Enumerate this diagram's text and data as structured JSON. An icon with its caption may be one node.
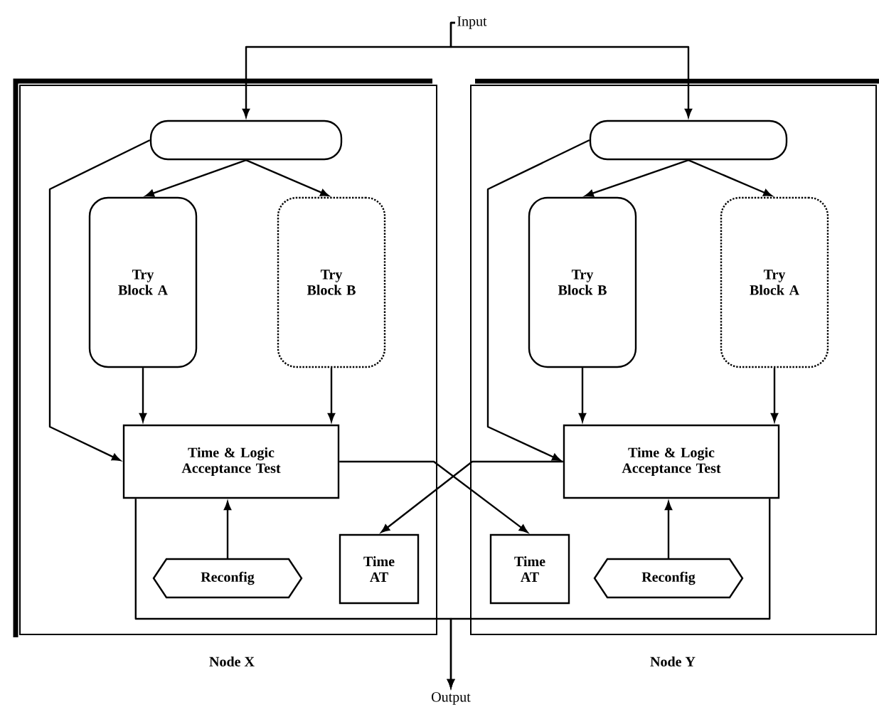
{
  "diagram": {
    "nodes": [
      {
        "text": [
          "Node X"
        ]
      },
      {
        "text": [
          "Node Y"
        ]
      },
      {
        "text": [
          "Input"
        ]
      },
      {
        "text": [
          "Output"
        ]
      },
      {
        "text": [],
        "shape": "box",
        "in": 0
      },
      {
        "text": [
          "Try Block A"
        ],
        "in": 0
      },
      {
        "text": [
          "Try Block B"
        ],
        "in": 0
      },
      {
        "text": [
          "Time & Logic Acceptance Test"
        ],
        "in": 0
      },
      {
        "text": [
          "Reconfig"
        ],
        "in": 0
      },
      {
        "text": [
          "Time AT"
        ],
        "in": 0
      },
      {
        "text": [],
        "shape": "box",
        "in": 1
      },
      {
        "text": [
          "Try Block B"
        ],
        "in": 1
      },
      {
        "text": [
          "Try Block A"
        ],
        "in": 1
      },
      {
        "text": [
          "Time & Logic Acceptance Test"
        ],
        "in": 1
      },
      {
        "text": [
          "Reconfig"
        ],
        "in": 1
      },
      {
        "text": [
          "Time AT"
        ],
        "in": 1
      }
    ],
    "edges": [
      {
        "from": 2,
        "to": 4,
        "arrow": "to"
      },
      {
        "from": 2,
        "to": 10,
        "arrow": "to"
      },
      {
        "from": 4,
        "to": 5,
        "arrow": "to"
      },
      {
        "from": 4,
        "to": 6,
        "arrow": "to"
      },
      {
        "from": 4,
        "to": 7,
        "arrow": "to"
      },
      {
        "from": 5,
        "to": 7,
        "arrow": "to"
      },
      {
        "from": 6,
        "to": 7,
        "arrow": "to"
      },
      {
        "from": 8,
        "to": 7,
        "arrow": "to"
      },
      {
        "from": 7,
        "to": 15,
        "arrow": "to"
      },
      {
        "from": 7,
        "to": 3,
        "arrow": "to"
      },
      {
        "from": 10,
        "to": 11,
        "arrow": "to"
      },
      {
        "from": 10,
        "to": 12,
        "arrow": "to"
      },
      {
        "from": 10,
        "to": 13,
        "arrow": "to"
      },
      {
        "from": 11,
        "to": 13,
        "arrow": "to"
      },
      {
        "from": 12,
        "to": 13,
        "arrow": "to"
      },
      {
        "from": 14,
        "to": 13,
        "arrow": "to"
      },
      {
        "from": 13,
        "to": 9,
        "arrow": "to"
      },
      {
        "from": 13,
        "to": 3,
        "arrow": "to"
      }
    ]
  }
}
